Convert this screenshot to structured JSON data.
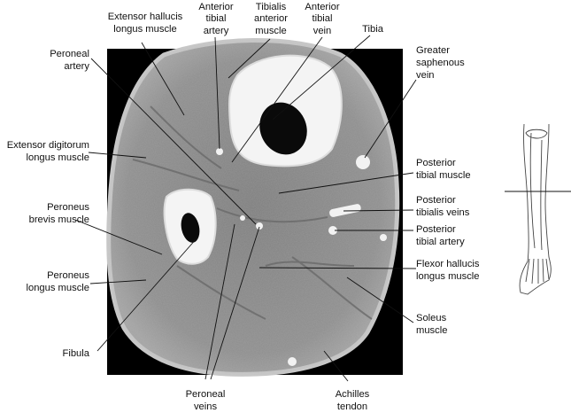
{
  "labels": {
    "ehl": [
      "Extensor hallucis",
      "longus muscle"
    ],
    "ata": [
      "Anterior",
      "tibial",
      "artery"
    ],
    "tam": [
      "Tibialis",
      "anterior",
      "muscle"
    ],
    "atv": [
      "Anterior",
      "tibial",
      "vein"
    ],
    "tibia": [
      "Tibia"
    ],
    "gsv": [
      "Greater",
      "saphenous",
      "vein"
    ],
    "peroneal_artery": [
      "Peroneal",
      "artery"
    ],
    "edl": [
      "Extensor digitorum",
      "longus muscle"
    ],
    "ptm": [
      "Posterior",
      "tibial muscle"
    ],
    "ptv": [
      "Posterior",
      "tibialis veins"
    ],
    "pta": [
      "Posterior",
      "tibial artery"
    ],
    "pbm": [
      "Peroneus",
      "brevis muscle"
    ],
    "plm": [
      "Peroneus",
      "longus muscle"
    ],
    "fhl": [
      "Flexor hallucis",
      "longus muscle"
    ],
    "soleus": [
      "Soleus",
      "muscle"
    ],
    "fibula": [
      "Fibula"
    ],
    "peroneal_veins": [
      "Peroneal",
      "veins"
    ],
    "achilles": [
      "Achilles",
      "tendon"
    ]
  },
  "colors": {
    "background": "#ffffff",
    "scan_frame": "#000000",
    "muscle": "#8a8a8a",
    "bone_cortex": "#f4f4f4",
    "marrow": "#0a0a0a",
    "text": "#111111"
  }
}
